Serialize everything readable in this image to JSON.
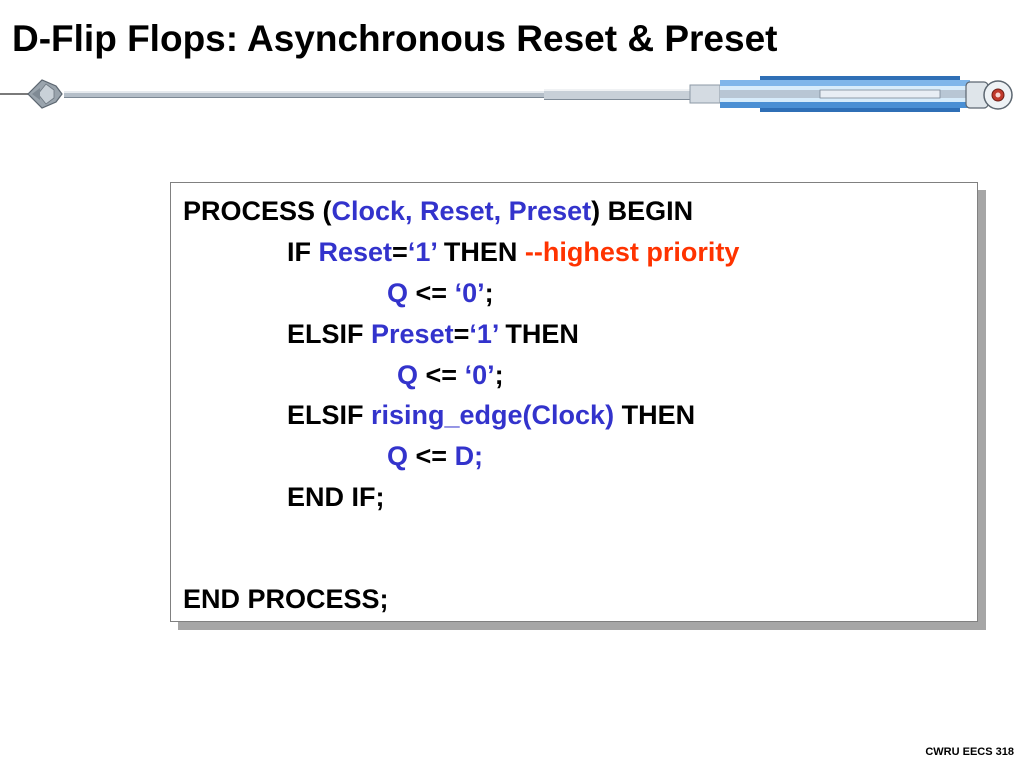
{
  "slide": {
    "title": "D-Flip Flops: Asynchronous Reset & Preset",
    "footer": "CWRU EECS 318"
  },
  "colors": {
    "keyword": "#000000",
    "identifier": "#3333cc",
    "comment": "#ff3300",
    "title_rule": "#8fa3b8",
    "ship_accent": "#4a8fd4"
  },
  "code": {
    "lines": [
      [
        {
          "text": "PROCESS (",
          "style": "kw"
        },
        {
          "text": "Clock, Reset, Preset",
          "style": "id"
        },
        {
          "text": ") BEGIN",
          "style": "kw"
        }
      ],
      [
        {
          "text": "IF ",
          "style": "kw"
        },
        {
          "text": "Reset",
          "style": "id"
        },
        {
          "text": "=",
          "style": "kw"
        },
        {
          "text": "‘1’",
          "style": "id"
        },
        {
          "text": " THEN ",
          "style": "kw"
        },
        {
          "text": "--highest priority",
          "style": "cm"
        }
      ],
      [
        {
          "text": "Q",
          "style": "id"
        },
        {
          "text": " <= ",
          "style": "kw"
        },
        {
          "text": "‘0’",
          "style": "id"
        },
        {
          "text": ";",
          "style": "kw"
        }
      ],
      [
        {
          "text": "ELSIF ",
          "style": "kw"
        },
        {
          "text": "Preset",
          "style": "id"
        },
        {
          "text": "=",
          "style": "kw"
        },
        {
          "text": "‘1’",
          "style": "id"
        },
        {
          "text": " THEN",
          "style": "kw"
        }
      ],
      [
        {
          "text": "Q",
          "style": "id"
        },
        {
          "text": " <= ",
          "style": "kw"
        },
        {
          "text": "‘0’",
          "style": "id"
        },
        {
          "text": ";",
          "style": "kw"
        }
      ],
      [
        {
          "text": "ELSIF ",
          "style": "kw"
        },
        {
          "text": "rising_edge(Clock)",
          "style": "id"
        },
        {
          "text": " THEN",
          "style": "kw"
        }
      ],
      [
        {
          "text": "Q",
          "style": "id"
        },
        {
          "text": " <= ",
          "style": "kw"
        },
        {
          "text": "D;",
          "style": "id"
        }
      ],
      [
        {
          "text": "END IF;",
          "style": "kw"
        }
      ],
      [
        {
          "text": "END PROCESS;",
          "style": "kw"
        }
      ]
    ]
  }
}
